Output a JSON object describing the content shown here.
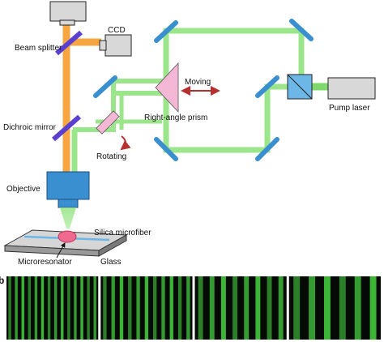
{
  "labels": {
    "ccd": "CCD",
    "beam_splitter": "Beam splitter",
    "dichroic_mirror": "Dichroic mirror",
    "objective": "Objective",
    "right_angle_prism": "Right-angle prism",
    "moving": "Moving",
    "rotating": "Rotating",
    "pump_laser": "Pump laser",
    "silica_microfiber": "Silica microfiber",
    "microresonator": "Microresonator",
    "glass": "Glass",
    "panel_b": "b"
  },
  "colors": {
    "green_beam": "#9be58a",
    "orange_beam": "#f5a640",
    "optic_blue": "#3a8fd0",
    "dichroic_purple": "#5a3fd0",
    "prism_pink": "#f4b8d6",
    "arrow_red": "#b5302e",
    "pump_laser_gray": "#d8d8d8",
    "fringe_green": "#3fbf3a"
  },
  "fringe_panels": [
    {
      "stripes": 14
    },
    {
      "stripes": 11
    },
    {
      "stripes": 8
    },
    {
      "stripes": 6
    }
  ]
}
